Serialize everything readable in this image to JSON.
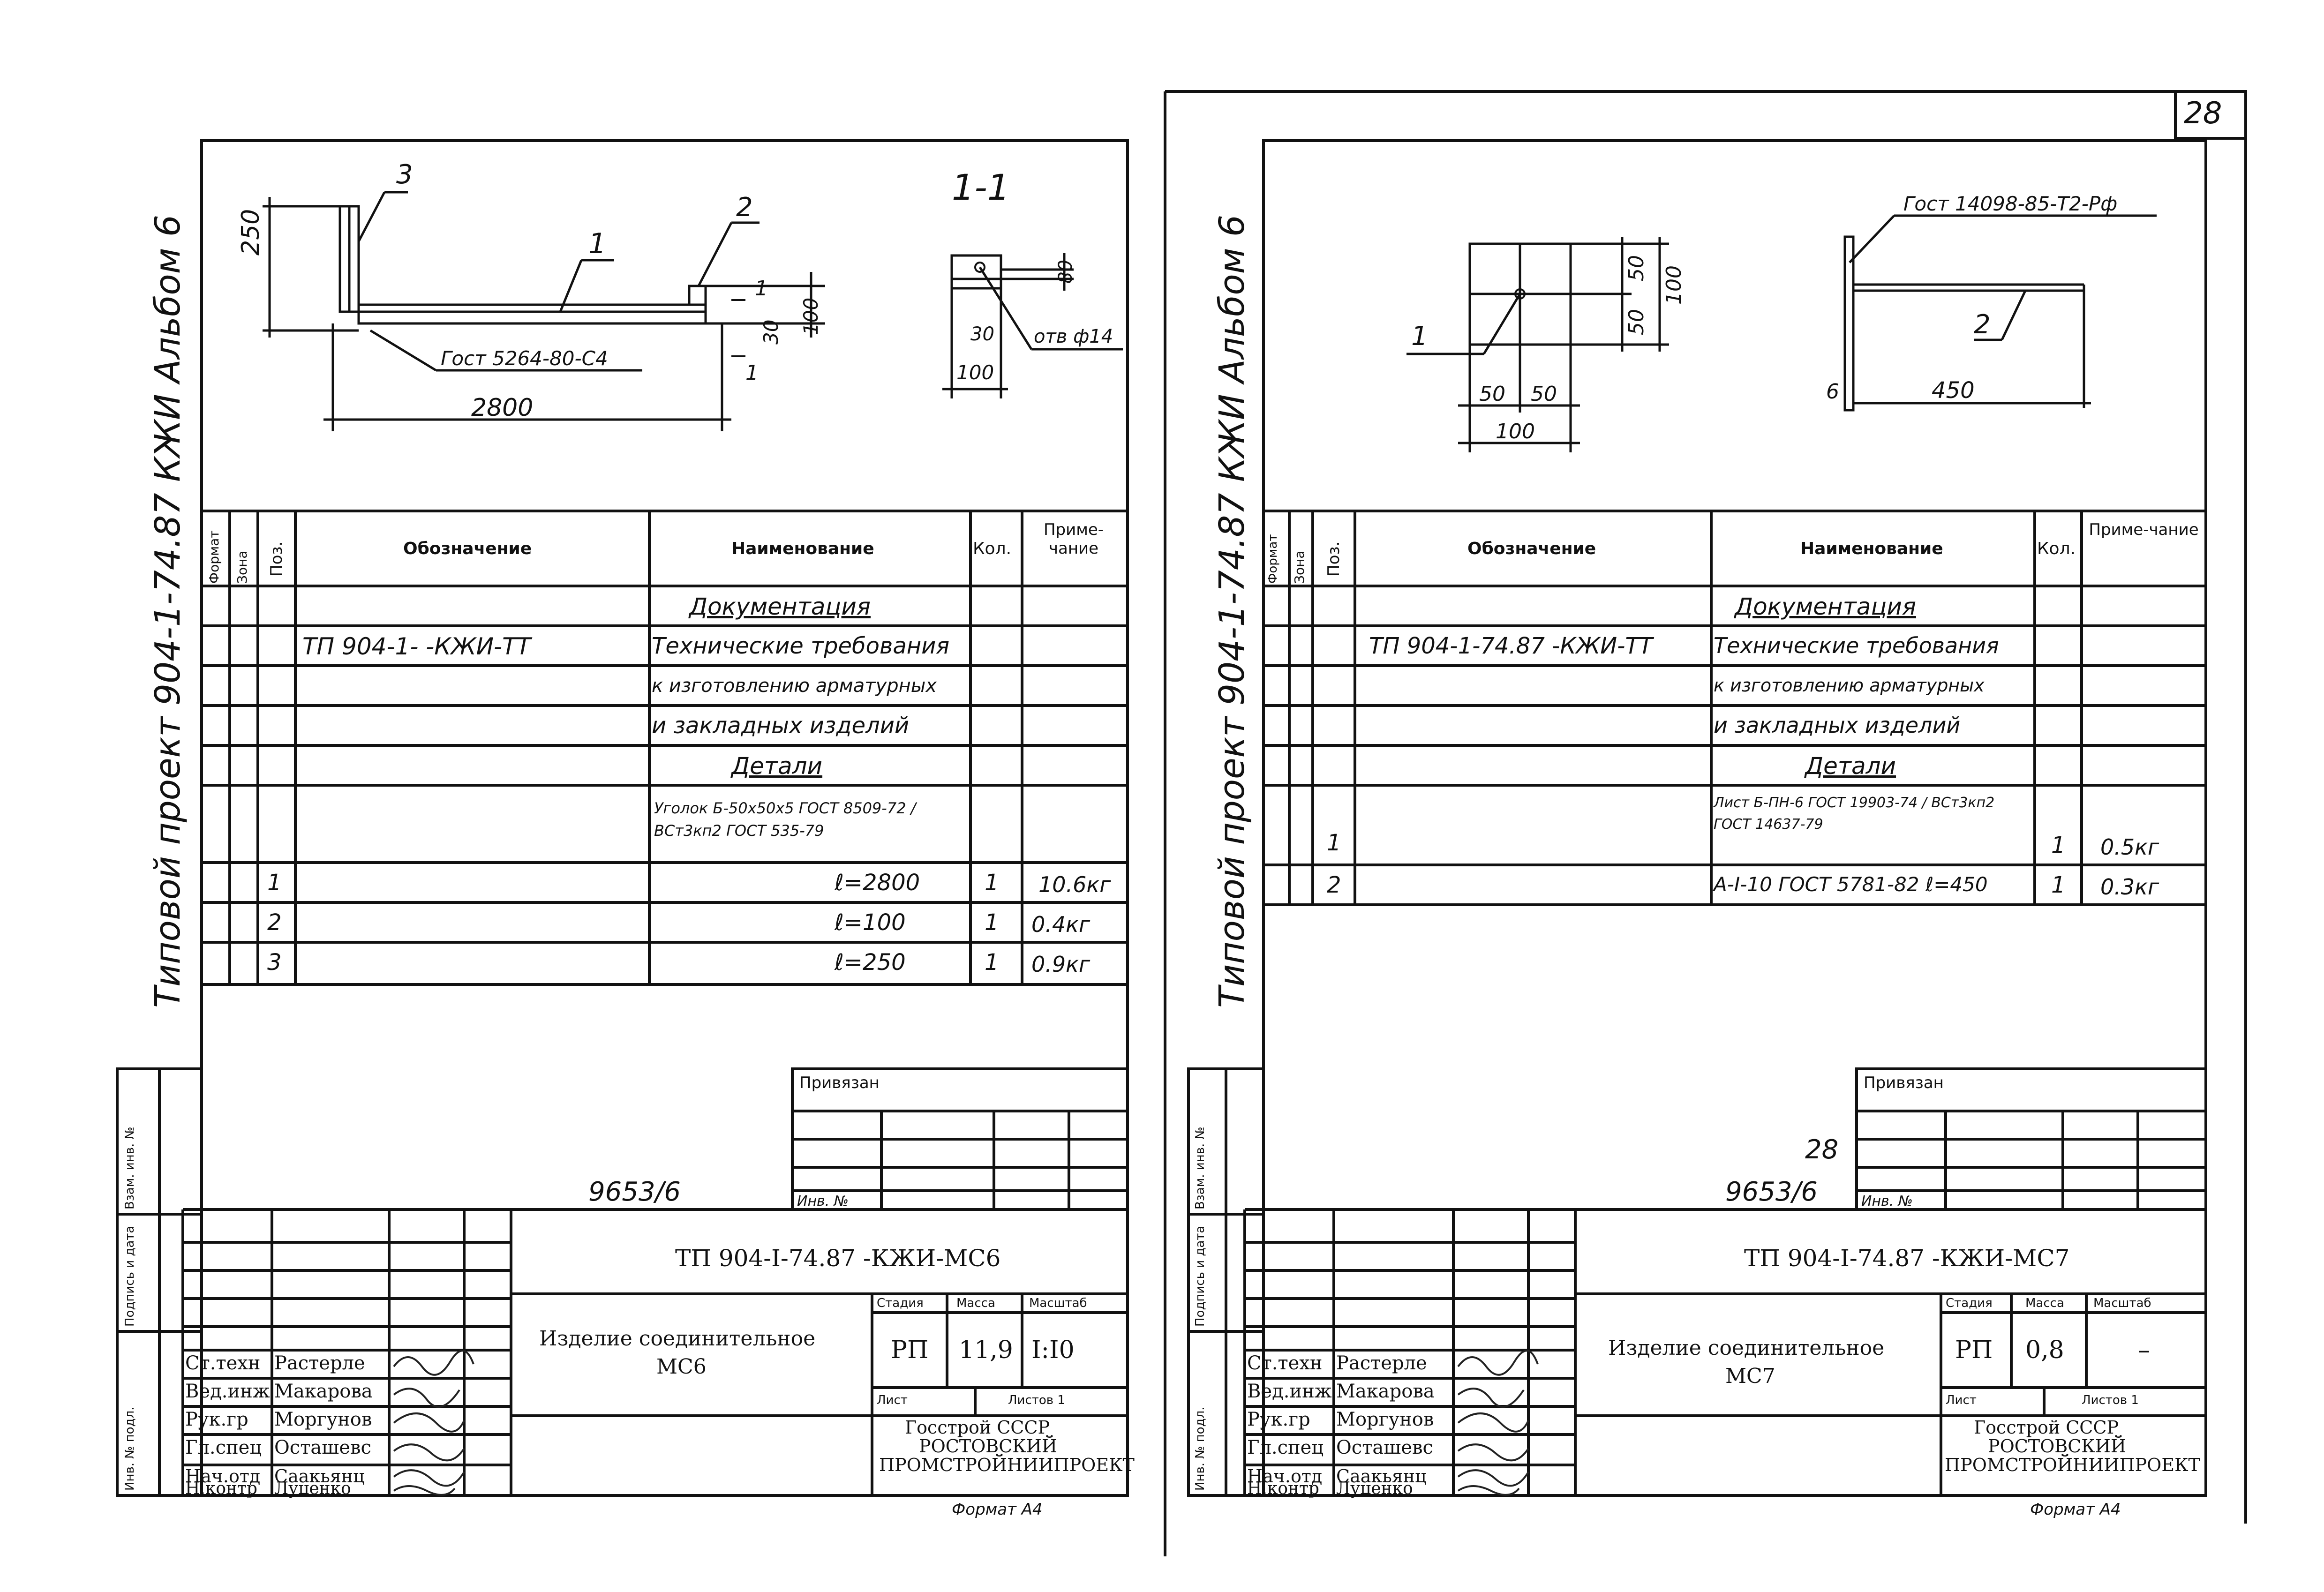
{
  "left": {
    "side_label": "Типовой проект 904-1-74.87 КЖИ Альбом 6",
    "section_mark": "1-1",
    "dims": {
      "d250": "250",
      "d2800": "2800",
      "d100": "100",
      "d30": "30",
      "d100b": "100",
      "d30b": "30",
      "d80": "80"
    },
    "callouts": {
      "p1": "1",
      "p2": "2",
      "p3": "3",
      "c1": "1",
      "c1b": "1"
    },
    "gost_angle_label": "Гост 5264-80-С4",
    "hole_label": "отв ф14",
    "table_header": {
      "format": "Формат",
      "zone": "Зона",
      "pos": "Поз.",
      "designation": "Обозначение",
      "name": "Наименование",
      "qty": "Кол.",
      "note": "Приме-чание"
    },
    "rows": [
      {
        "pos": "",
        "designation": "",
        "name": "Документация",
        "qty": "",
        "note": ""
      },
      {
        "pos": "",
        "designation": "ТП 904-1-   -КЖИ-ТТ",
        "name": "Технические требования",
        "qty": "",
        "note": ""
      },
      {
        "pos": "",
        "designation": "",
        "name": "к изготовлению арматурных",
        "qty": "",
        "note": ""
      },
      {
        "pos": "",
        "designation": "",
        "name": "и закладных изделий",
        "qty": "",
        "note": ""
      },
      {
        "pos": "",
        "designation": "",
        "name": "Детали",
        "qty": "",
        "note": ""
      },
      {
        "pos": "",
        "designation": "",
        "name": "Уголок Б-50x50x5 ГОСТ 8509-72 / ВСт3кп2 ГОСТ 535-79",
        "qty": "",
        "note": ""
      },
      {
        "pos": "1",
        "designation": "",
        "name": "ℓ=2800",
        "qty": "1",
        "note": "10.6кг"
      },
      {
        "pos": "2",
        "designation": "",
        "name": "ℓ=100",
        "qty": "1",
        "note": "0.4кг"
      },
      {
        "pos": "3",
        "designation": "",
        "name": "ℓ=250",
        "qty": "1",
        "note": "0.9кг"
      }
    ],
    "side_stamp": {
      "inv": "Инв. № подл.",
      "sign": "Подпись и дата",
      "vzam": "Взам. инв. №"
    },
    "privyazan": "Привязан",
    "inv_no": "Инв. №",
    "number": "9653/6",
    "doc_code": "ТП 904-I-74.87 -КЖИ-МС6",
    "item_name_1": "Изделие соединительное",
    "item_name_2": "МС6",
    "stage_hdr": "Стадия",
    "mass_hdr": "Масса",
    "scale_hdr": "Масштаб",
    "stage": "РП",
    "mass": "11,9",
    "scale": "I:I0",
    "sheet_hdr": "Лист",
    "sheets_hdr": "Листов 1",
    "org": [
      "Госстрой СССР",
      "РОСТОВСКИЙ",
      "ПРОМСТРОЙНИИПРОЕКТ"
    ],
    "people": [
      {
        "role": "Ст.техн",
        "name": "Растерле"
      },
      {
        "role": "Вед.инж",
        "name": "Макарова"
      },
      {
        "role": "Рук.гр",
        "name": "Моргунов"
      },
      {
        "role": "Гл.спец",
        "name": "Осташевс"
      },
      {
        "role": "Нач.отд",
        "name": "Саакьянц"
      },
      {
        "role": "Н.контр",
        "name": "Луценко"
      }
    ],
    "format": "Формат А4"
  },
  "right": {
    "page_no": "28",
    "side_label": "Типовой проект 904-1-74.87 КЖИ Альбом 6",
    "gost_label": "Гост 14098-85-Т2-Рф",
    "dims": {
      "a50": "50",
      "a50b": "50",
      "a100": "100",
      "b50": "50",
      "b50b": "50",
      "b100": "100",
      "c450": "450",
      "c6": "6"
    },
    "callouts": {
      "p1": "1",
      "p2": "2"
    },
    "table_header": {
      "format": "Формат",
      "zone": "Зона",
      "pos": "Поз.",
      "designation": "Обозначение",
      "name": "Наименование",
      "qty": "Кол.",
      "note": "Приме-чание"
    },
    "rows": [
      {
        "pos": "",
        "designation": "",
        "name": "Документация",
        "qty": "",
        "note": ""
      },
      {
        "pos": "",
        "designation": "ТП 904-1-74.87 -КЖИ-ТТ",
        "name": "Технические требования",
        "qty": "",
        "note": ""
      },
      {
        "pos": "",
        "designation": "",
        "name": "к изготовлению арматурных",
        "qty": "",
        "note": ""
      },
      {
        "pos": "",
        "designation": "",
        "name": "и закладных изделий",
        "qty": "",
        "note": ""
      },
      {
        "pos": "",
        "designation": "",
        "name": "Детали",
        "qty": "",
        "note": ""
      },
      {
        "pos": "1",
        "designation": "",
        "name": "Лист Б-ПН-6 ГОСТ 19903-74 / ВСт3кп2 ГОСТ 14637-79",
        "qty": "1",
        "note": "0.5кг"
      },
      {
        "pos": "2",
        "designation": "",
        "name": "А-I-10 ГОСТ 5781-82 ℓ=450",
        "qty": "1",
        "note": "0.3кг"
      }
    ],
    "side_stamp": {
      "inv": "Инв. № подл.",
      "sign": "Подпись и дата",
      "vzam": "Взам. инв. №"
    },
    "privyazan": "Привязан",
    "inv_no": "Инв. №",
    "number": "9653/6",
    "number2": "28",
    "doc_code": "ТП 904-I-74.87 -КЖИ-МС7",
    "item_name_1": "Изделие соединительное",
    "item_name_2": "МС7",
    "stage_hdr": "Стадия",
    "mass_hdr": "Масса",
    "scale_hdr": "Масштаб",
    "stage": "РП",
    "mass": "0,8",
    "scale": "–",
    "sheet_hdr": "Лист",
    "sheets_hdr": "Листов 1",
    "org": [
      "Госстрой СССР",
      "РОСТОВСКИЙ",
      "ПРОМСТРОЙНИИПРОЕКТ"
    ],
    "people": [
      {
        "role": "Ст.техн",
        "name": "Растерле"
      },
      {
        "role": "Вед.инж",
        "name": "Макарова"
      },
      {
        "role": "Рук.гр",
        "name": "Моргунов"
      },
      {
        "role": "Гл.спец",
        "name": "Осташевс"
      },
      {
        "role": "Нач.отд",
        "name": "Саакьянц"
      },
      {
        "role": "Н.контр",
        "name": "Луценко"
      }
    ],
    "format": "Формат А4"
  }
}
